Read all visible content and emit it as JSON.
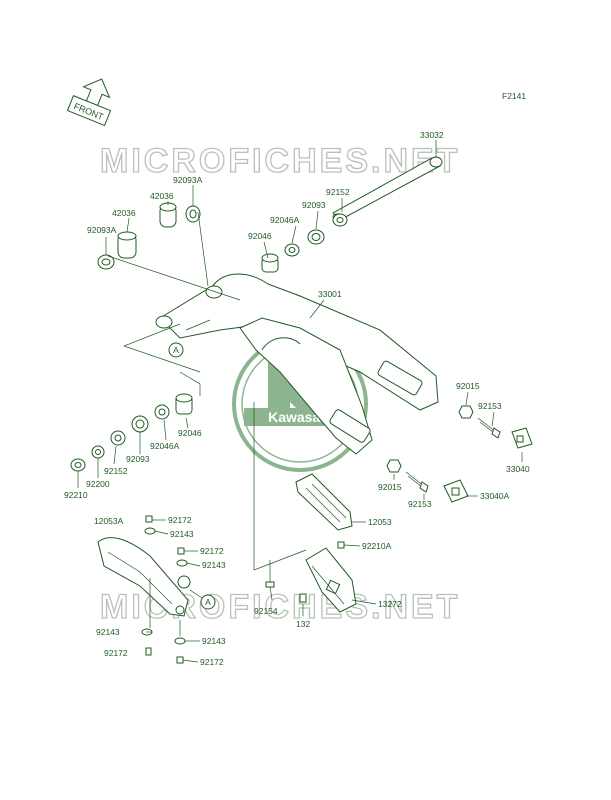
{
  "figure_code": "F2141",
  "front_marker": "FRONT",
  "watermark_text": "MICROFICHES.NET",
  "brand_logo_text": "Kawasaki",
  "callout_letter": "A",
  "colors": {
    "line": "#1f5a22",
    "watermark": "#b9c2b9",
    "background": "#ffffff"
  },
  "labels": {
    "p33032": "33032",
    "p92152_top": "92152",
    "p92093_top": "92093",
    "p92046A_top": "92046A",
    "p92046_top": "92046",
    "p33001": "33001",
    "p92093A_top": "92093A",
    "p42036_a": "42036",
    "p42036_b": "42036",
    "p92093A_left": "92093A",
    "p92015_right": "92015",
    "p92153_right": "92153",
    "p33040": "33040",
    "p92015_mid": "92015",
    "p92153_mid": "92153",
    "p33040A": "33040A",
    "p92046_left": "92046",
    "p92046A_left": "92046A",
    "p92093_left": "92093",
    "p92152_left": "92152",
    "p92200": "92200",
    "p92210": "92210",
    "p12053": "12053",
    "p12053A": "12053A",
    "p92172_a": "92172",
    "p92143_a": "92143",
    "p92172_b": "92172",
    "p92143_b": "92143",
    "p92210A": "92210A",
    "p92154": "92154",
    "p13272": "13272",
    "p132": "132",
    "p92143_c": "92143",
    "p92143_d": "92143",
    "p92172_c": "92172",
    "p92172_d": "92172"
  }
}
